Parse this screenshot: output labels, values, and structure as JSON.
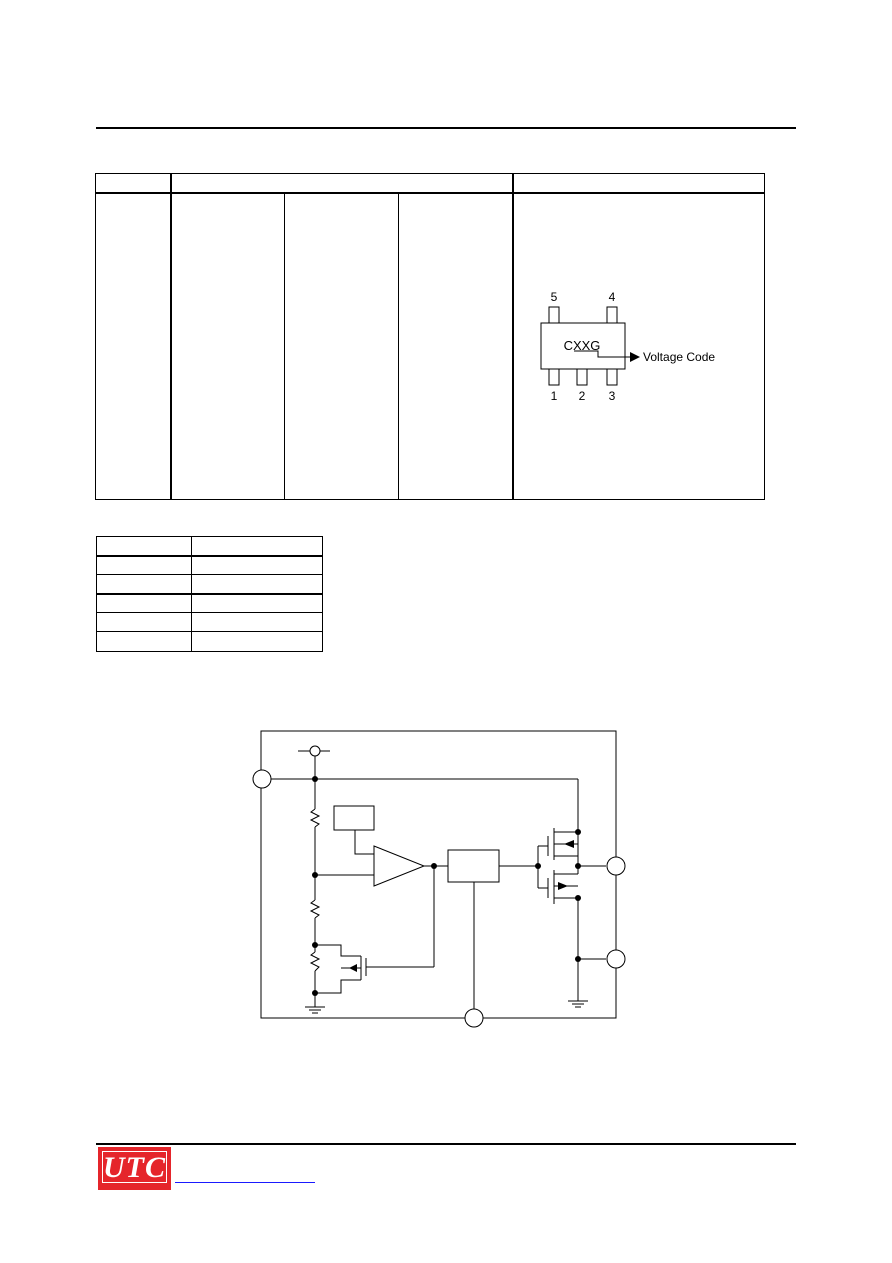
{
  "marking": {
    "pins": {
      "p5": "5",
      "p4": "4",
      "p1": "1",
      "p2": "2",
      "p3": "3"
    },
    "code": "CXXG",
    "callout": "Voltage Code"
  },
  "footer": {
    "logo_text": "UTC"
  }
}
